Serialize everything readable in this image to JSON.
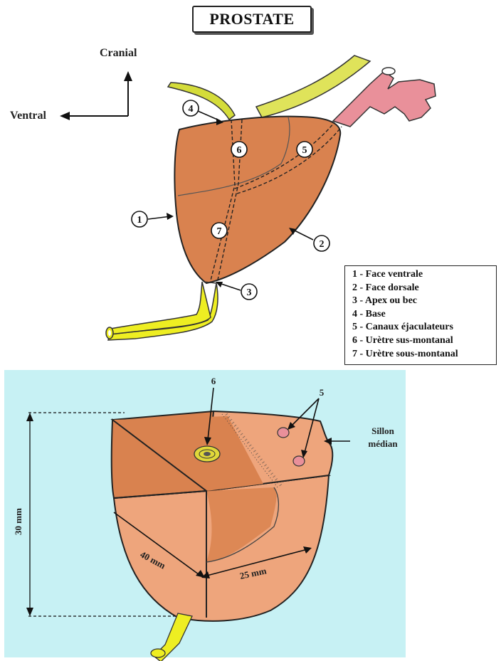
{
  "title": "PROSTATE",
  "orientation": {
    "cranial": "Cranial",
    "ventral": "Ventral"
  },
  "markers": {
    "m1": "1",
    "m2": "2",
    "m3": "3",
    "m4": "4",
    "m5": "5",
    "m6": "6",
    "m7": "7"
  },
  "legend": [
    "1 - Face ventrale",
    "2 - Face dorsale",
    "3 - Apex ou bec",
    "4 - Base",
    "5 - Canaux éjaculateurs",
    "6 - Urètre sus-montanal",
    "7 - Urètre sous-montanal"
  ],
  "bottom": {
    "label_6": "6",
    "label_5": "5",
    "sillon_line1": "Sillon",
    "sillon_line2": "médian",
    "height_dim": "30 mm",
    "width_dim": "40 mm",
    "depth_dim": "25 mm"
  },
  "colors": {
    "prostate": "#d9824f",
    "prostate_light": "#eea57c",
    "urethra": "#eeee22",
    "seminal": "#e9909a",
    "panel": "#c7f1f4"
  }
}
